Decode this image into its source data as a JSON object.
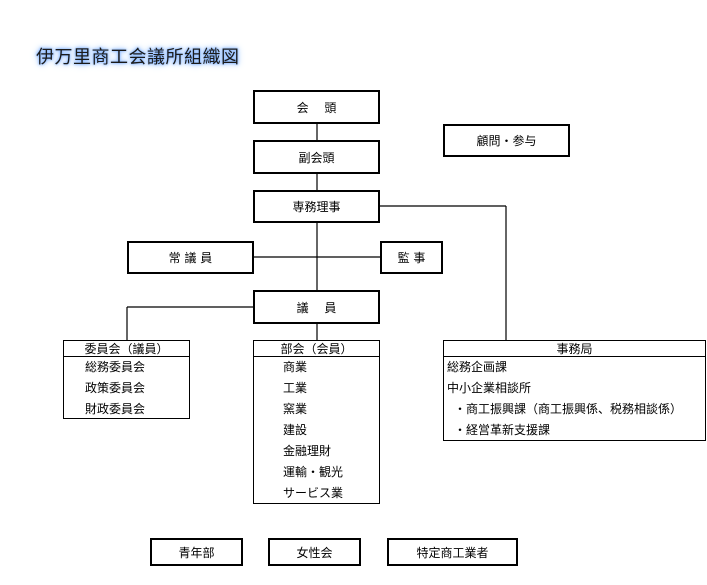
{
  "title": "伊万里商工会議所組織図",
  "nodes": {
    "chairman": "会　 頭",
    "vice_chairman": "副会頭",
    "managing_director": "専務理事",
    "permanent_members": "常 議 員",
    "auditor": "監 事",
    "members": "議　 員",
    "advisor": "顧問・参与"
  },
  "committees": {
    "header": "委員会（議員）",
    "items": [
      "総務委員会",
      "政策委員会",
      "財政委員会"
    ]
  },
  "divisions": {
    "header": "部会（会員）",
    "items": [
      "商業",
      "工業",
      "窯業",
      "建設",
      "金融理財",
      "運輸・観光",
      "サービス業"
    ]
  },
  "secretariat": {
    "header": "事務局",
    "items": [
      "総務企画課",
      "中小企業相談所",
      "・商工振興課（商工振興係、税務相談係）",
      "・経営革新支援課"
    ]
  },
  "groups": [
    "青年部",
    "女性会",
    "特定商工業者"
  ]
}
